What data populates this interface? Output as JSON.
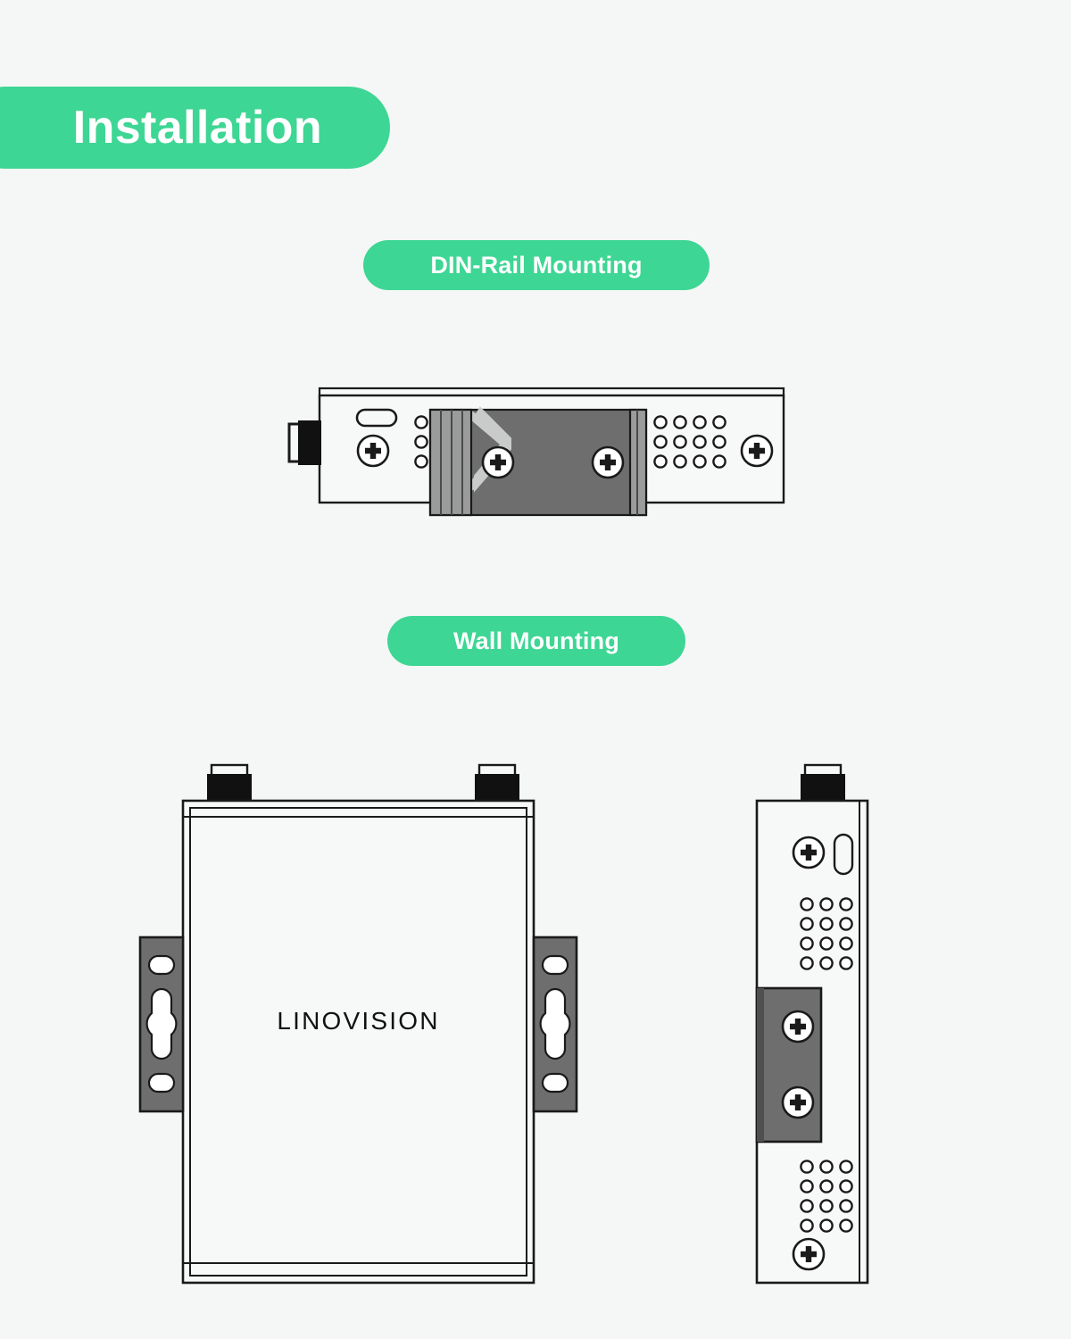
{
  "page": {
    "background_color": "#f5f7f6",
    "accent_color": "#3ed694",
    "title": "Installation"
  },
  "banner": {
    "label": "Installation"
  },
  "sections": [
    {
      "id": "din-rail",
      "label": "DIN-Rail Mounting",
      "diagram": {
        "type": "din-rail-mount-side-view",
        "device_color": "#f7f8f8",
        "bracket_color": "#6e6e6e",
        "clip_color": "#c9cbcb",
        "outline_color": "#1a1a1a",
        "parts": [
          {
            "name": "power-connector",
            "color": "#111111"
          },
          {
            "name": "status-slot",
            "color": "#f7f8f8"
          },
          {
            "name": "screw-left",
            "count": 1
          },
          {
            "name": "led-holes",
            "count": 3
          },
          {
            "name": "din-rail-bracket",
            "screws": 2
          },
          {
            "name": "spring-clip"
          },
          {
            "name": "vent-holes",
            "rows": 3,
            "cols": 4
          },
          {
            "name": "screw-right",
            "count": 1
          }
        ]
      }
    },
    {
      "id": "wall",
      "label": "Wall Mounting",
      "diagrams": [
        {
          "type": "wall-mount-front-view",
          "brand_label": "LINOVISION",
          "device_color": "#f7f8f8",
          "bracket_color": "#6e6e6e",
          "outline_color": "#1a1a1a",
          "parts": [
            {
              "name": "top-connector",
              "count": 2,
              "color": "#111111"
            },
            {
              "name": "wall-bracket-left",
              "slots": [
                "round",
                "keyhole",
                "round"
              ]
            },
            {
              "name": "wall-bracket-right",
              "slots": [
                "round",
                "keyhole",
                "round"
              ]
            },
            {
              "name": "brand-logo",
              "text": "LINOVISION"
            }
          ]
        },
        {
          "type": "wall-mount-side-view",
          "device_color": "#f7f8f8",
          "bracket_color": "#6e6e6e",
          "outline_color": "#1a1a1a",
          "parts": [
            {
              "name": "top-connector",
              "count": 1,
              "color": "#111111"
            },
            {
              "name": "screw-top",
              "count": 1
            },
            {
              "name": "status-slot",
              "count": 1
            },
            {
              "name": "vent-holes-upper",
              "rows": 4,
              "cols": 3
            },
            {
              "name": "wall-bracket",
              "screws": 2
            },
            {
              "name": "vent-holes-lower",
              "rows": 4,
              "cols": 3
            },
            {
              "name": "screw-bottom",
              "count": 1
            }
          ]
        }
      ]
    }
  ],
  "brand": {
    "name": "LINOVISION"
  }
}
